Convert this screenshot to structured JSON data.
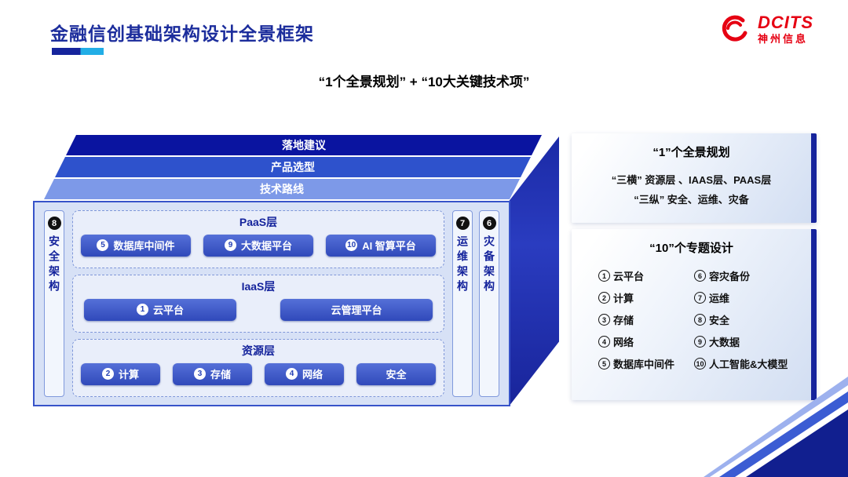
{
  "slide": {
    "title": "金融信创基础架构设计全景框架",
    "subtitle": "“1个全景规划” + “10大关键技术项”"
  },
  "logo": {
    "brand": "DCITS",
    "company": "神州信息"
  },
  "box": {
    "top_bands": [
      "落地建议",
      "产品选型",
      "技术路线"
    ],
    "left_strip": {
      "num": "8",
      "label": "安全架构"
    },
    "right_strips": [
      {
        "num": "7",
        "label": "运维架构"
      },
      {
        "num": "6",
        "label": "灾备架构"
      }
    ],
    "layers": [
      {
        "title": "PaaS层",
        "buttons": [
          {
            "num": "5",
            "label": "数据库中间件"
          },
          {
            "num": "9",
            "label": "大数据平台"
          },
          {
            "num": "10",
            "label": "AI 智算平台"
          }
        ]
      },
      {
        "title": "IaaS层",
        "buttons": [
          {
            "num": "1",
            "label": "云平台"
          },
          {
            "label": "云管理平台"
          }
        ]
      },
      {
        "title": "资源层",
        "buttons": [
          {
            "num": "2",
            "label": "计算"
          },
          {
            "num": "3",
            "label": "存储"
          },
          {
            "num": "4",
            "label": "网络"
          },
          {
            "label": "安全"
          }
        ]
      }
    ]
  },
  "panel_plan": {
    "title": "“1”个全景规划",
    "lines": [
      "“三横” 资源层 、IAAS层、PAAS层",
      "“三纵” 安全、运维、灾备"
    ]
  },
  "panel_topics": {
    "title": "“10”个专题设计",
    "col1": [
      {
        "num": "1",
        "label": "云平台"
      },
      {
        "num": "2",
        "label": "计算"
      },
      {
        "num": "3",
        "label": "存储"
      },
      {
        "num": "4",
        "label": "网络"
      },
      {
        "num": "5",
        "label": "数据库中间件"
      }
    ],
    "col2": [
      {
        "num": "6",
        "label": "容灾备份"
      },
      {
        "num": "7",
        "label": "运维"
      },
      {
        "num": "8",
        "label": "安全"
      },
      {
        "num": "9",
        "label": "大数据"
      },
      {
        "num": "10",
        "label": "人工智能&大模型"
      }
    ]
  },
  "colors": {
    "brand_red": "#e60012",
    "title_navy": "#1c2d9c",
    "accent_cyan": "#22aee6",
    "band_dark": "#0a14a0",
    "band_mid": "#2e52cc",
    "band_light": "#7d99e8",
    "node_blue": "#3a55c8",
    "panel_bar_navy": "#16249c",
    "panel_bg_light": "#d7e1f6"
  }
}
